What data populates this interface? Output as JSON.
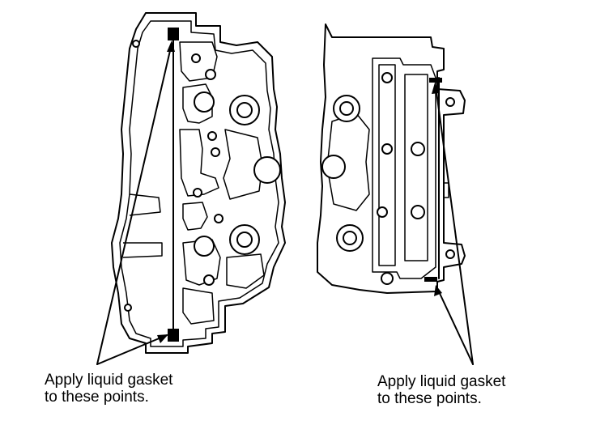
{
  "diagram": {
    "left_view": {
      "caption_line1": "Apply liquid gasket",
      "caption_line2": "to these points."
    },
    "right_view": {
      "caption_line1": "Apply liquid gasket",
      "caption_line2": "to these points."
    },
    "colors": {
      "line": "#000000",
      "background": "#ffffff",
      "gasket_mark": "#000000"
    }
  }
}
